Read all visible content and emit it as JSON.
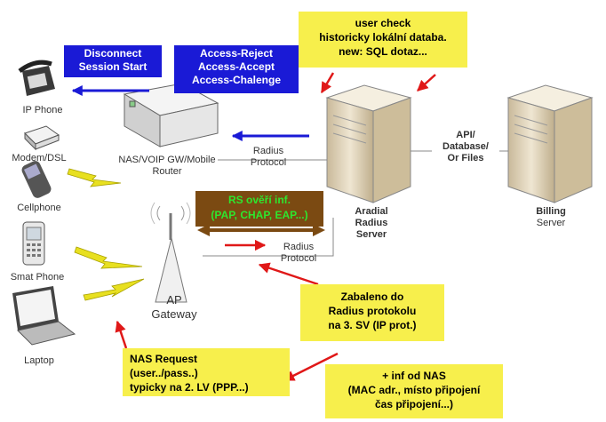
{
  "devices": {
    "ip_phone": "IP Phone",
    "modem": "Modem/DSL",
    "cellphone": "Cellphone",
    "smart_phone": "Smat Phone",
    "laptop": "Laptop",
    "router": "NAS/VOIP GW/Mobile\nRouter",
    "ap_line1": "AP",
    "ap_line2": "Gateway"
  },
  "servers": {
    "radius": "Aradial\nRadius\nServer",
    "billing_name": "Billing",
    "billing_sub": "Server",
    "link_label": "API/\nDatabase/\nOr Files"
  },
  "links": {
    "radius_protocol_top": "Radius\nProtocol",
    "radius_protocol_bottom": "Radius\nProtocol"
  },
  "callouts": {
    "disconnect": "Disconnect\nSession Start",
    "access": "Access-Reject\nAccess-Accept\nAccess-Chalenge",
    "user_check": "user check\nhistoricky lokální databa.\nnew: SQL dotaz...",
    "rs_overi": "RS ověří inf.\n(PAP, CHAP, EAP...)",
    "zabaleno": "Zabaleno do\nRadius protokolu\nna 3. SV (IP prot.)",
    "nas_request": "NAS Request\n(user../pass..)\ntypicky na 2. LV (PPP...)",
    "inf_od_nas": "+ inf od NAS\n(MAC adr., místo připojení\nčas připojení...)"
  },
  "colors": {
    "blue": "#1a1ad6",
    "yellow": "#f7ef4c",
    "brown": "#7b4a12",
    "green_text": "#2ee62e",
    "red_arrow": "#e01818",
    "lightning": "#e8e020"
  }
}
